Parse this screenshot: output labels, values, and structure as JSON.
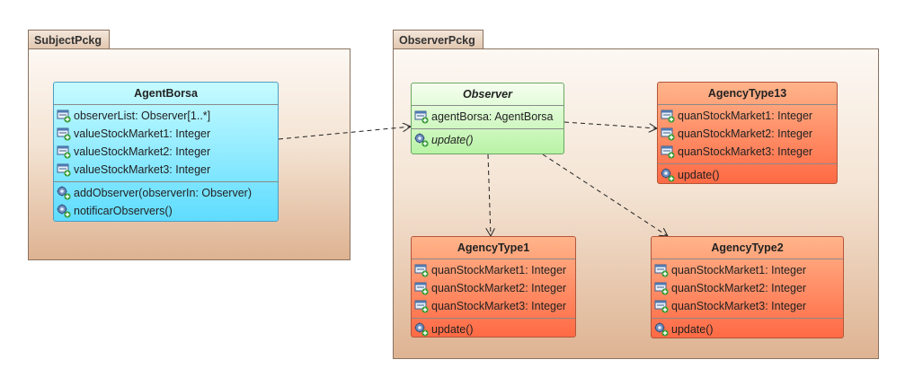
{
  "packages": {
    "subject": {
      "name": "SubjectPckg"
    },
    "observer": {
      "name": "ObserverPckg"
    }
  },
  "classes": {
    "agent_borsa": {
      "name": "AgentBorsa",
      "attributes": [
        "observerList: Observer[1..*]",
        "valueStockMarket1: Integer",
        "valueStockMarket2: Integer",
        "valueStockMarket3: Integer"
      ],
      "operations": [
        "addObserver(observerIn: Observer)",
        "notificarObservers()"
      ]
    },
    "observer": {
      "name": "Observer",
      "attributes": [
        "agentBorsa: AgentBorsa"
      ],
      "operations": [
        "update()"
      ]
    },
    "agency_type13": {
      "name": "AgencyType13",
      "attributes": [
        "quanStockMarket1: Integer",
        "quanStockMarket2: Integer",
        "quanStockMarket3: Integer"
      ],
      "operations": [
        "update()"
      ]
    },
    "agency_type1": {
      "name": "AgencyType1",
      "attributes": [
        "quanStockMarket1: Integer",
        "quanStockMarket2: Integer",
        "quanStockMarket3: Integer"
      ],
      "operations": [
        "update()"
      ]
    },
    "agency_type2": {
      "name": "AgencyType2",
      "attributes": [
        "quanStockMarket1: Integer",
        "quanStockMarket2: Integer",
        "quanStockMarket3: Integer"
      ],
      "operations": [
        "update()"
      ]
    }
  },
  "icons": {
    "attribute": "attribute-icon",
    "operation": "operation-icon"
  },
  "colors": {
    "blue_class": "#5fdcff",
    "green_class": "#b9f3a6",
    "orange_class": "#ff6a45",
    "package": "#deb392"
  }
}
